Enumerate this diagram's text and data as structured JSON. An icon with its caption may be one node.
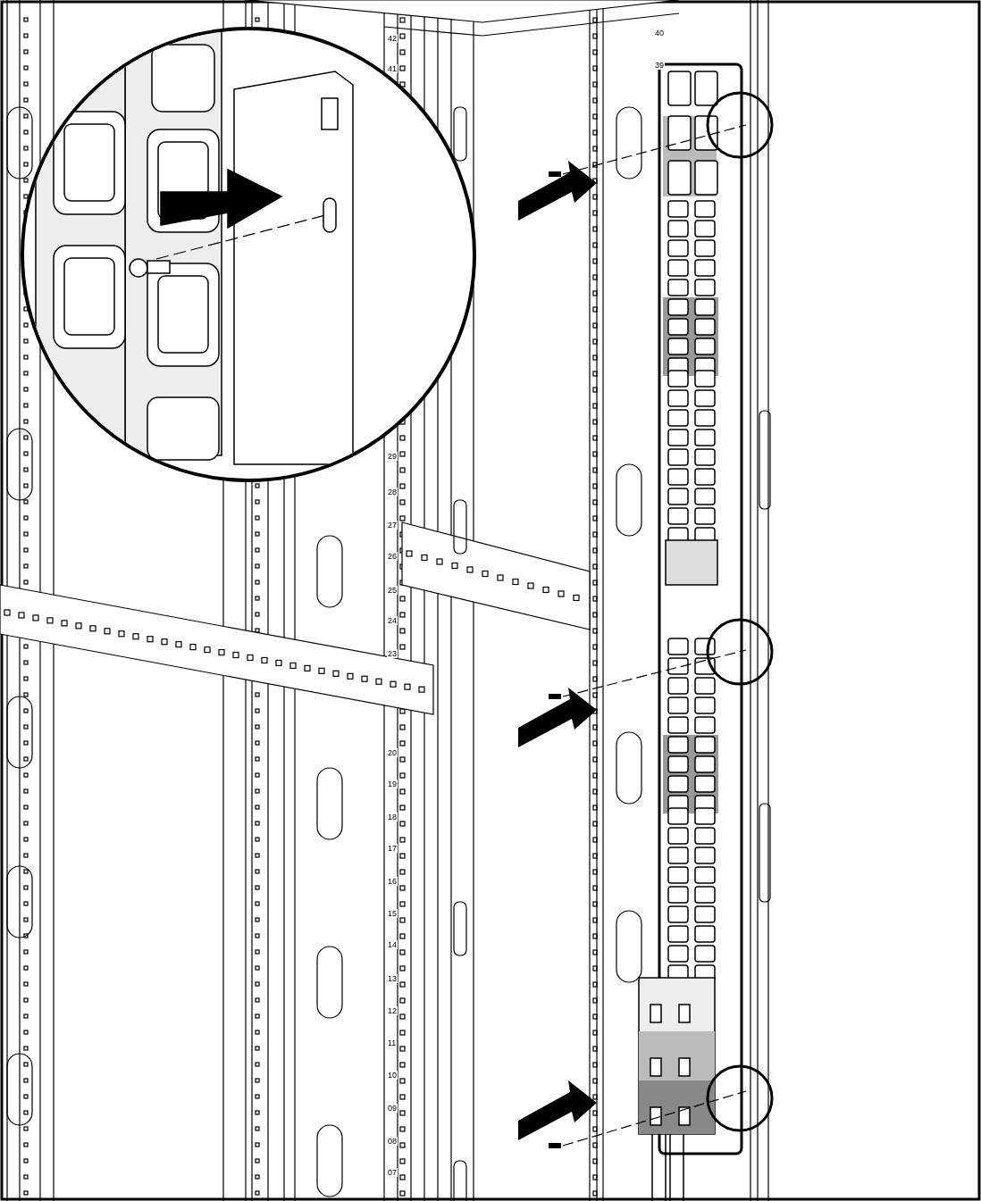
{
  "diagram": {
    "labels": [
      "42",
      "40",
      "41",
      "39",
      "29",
      "28",
      "27",
      "26",
      "25",
      "24",
      "23",
      "20",
      "19",
      "18",
      "17",
      "16",
      "15",
      "14",
      "13",
      "12",
      "11",
      "10",
      "09",
      "08",
      "07"
    ]
  }
}
